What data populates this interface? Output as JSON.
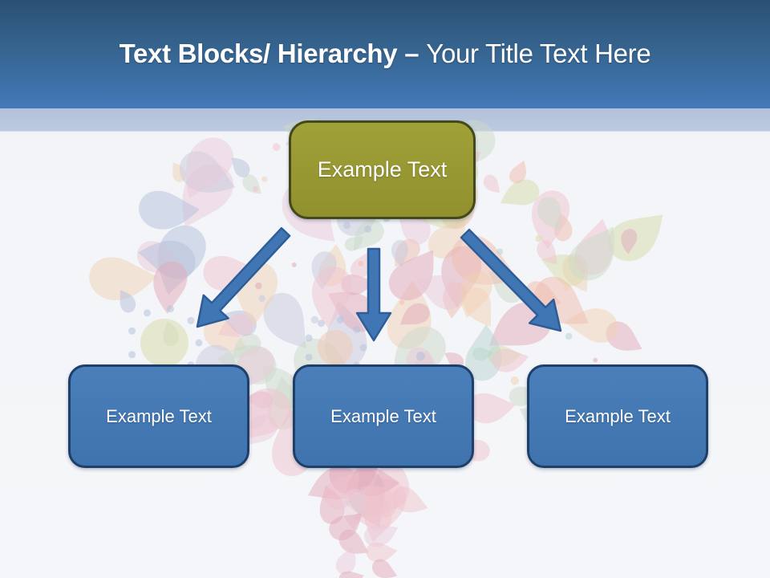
{
  "slide": {
    "title": {
      "bold": "Text Blocks/ Hierarchy –",
      "regular": "Your Title Text Here"
    }
  },
  "diagram": {
    "root": {
      "label": "Example Text"
    },
    "children": [
      {
        "label": "Example Text"
      },
      {
        "label": "Example Text"
      },
      {
        "label": "Example Text"
      }
    ],
    "arrows": [
      "down-left",
      "down",
      "down-right"
    ]
  },
  "colors": {
    "header_top": "#2b5074",
    "header_bottom": "#4379b8",
    "accent_band": "#b6c4db",
    "body": "#f3f4f7",
    "root_fill": "#9a9a33",
    "root_border": "#44481a",
    "child_fill": "#4478b3",
    "child_border": "#1f3f6b",
    "arrow_fill": "#4176b4",
    "arrow_border": "#2c5d99"
  },
  "background": {
    "description": "pastel paisley-droplet brain artwork",
    "palette": [
      "#f0c3cd",
      "#e2a9ba",
      "#f1d1b5",
      "#c7cade",
      "#b4c0da",
      "#cbd9c9",
      "#b7d5ce",
      "#d8dbaa",
      "#e9cada",
      "#f0bcae"
    ]
  }
}
